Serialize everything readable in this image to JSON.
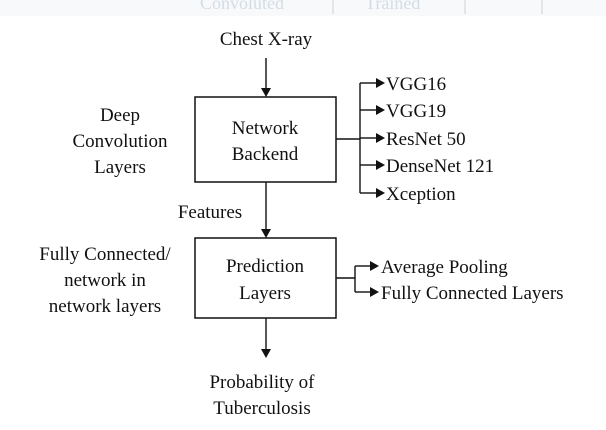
{
  "faded_header": {
    "left": "Convoluted",
    "right": "Trained"
  },
  "input_label": "Chest X-ray",
  "backend_side_label": [
    "Deep",
    "Convolution",
    "Layers"
  ],
  "backend_box": [
    "Network",
    "Backend"
  ],
  "backends": [
    "VGG16",
    "VGG19",
    "ResNet 50",
    "DenseNet 121",
    "Xception"
  ],
  "features_label": "Features",
  "prediction_side_label": [
    "Fully Connected/",
    "network in",
    "network layers"
  ],
  "prediction_box": [
    "Prediction",
    "Layers"
  ],
  "prediction_options": [
    "Average Pooling",
    "Fully Connected Layers"
  ],
  "output_label": [
    "Probability of",
    "Tuberculosis"
  ]
}
